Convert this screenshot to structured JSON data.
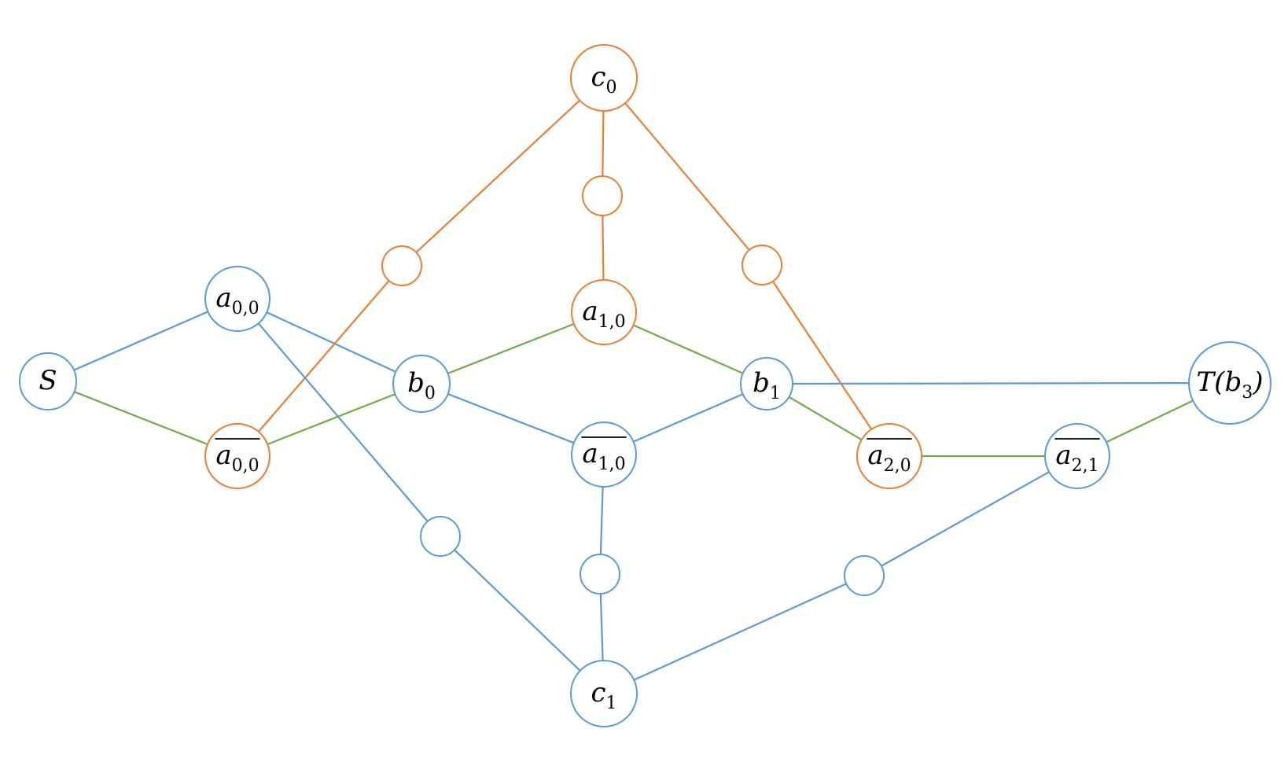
{
  "colors": {
    "blue": "#5b9bd5",
    "orange": "#ed7d31",
    "green": "#70ad47"
  },
  "nodes": [
    {
      "id": "S",
      "main": "S",
      "sub": "",
      "bar": false,
      "color": "blue"
    },
    {
      "id": "a00",
      "main": "a",
      "sub": "0,0",
      "bar": false,
      "color": "blue"
    },
    {
      "id": "a00bar",
      "main": "a",
      "sub": "0,0",
      "bar": true,
      "color": "orange"
    },
    {
      "id": "b0",
      "main": "b",
      "sub": "0",
      "bar": false,
      "color": "blue"
    },
    {
      "id": "c0",
      "main": "c",
      "sub": "0",
      "bar": false,
      "color": "orange"
    },
    {
      "id": "a10",
      "main": "a",
      "sub": "1,0",
      "bar": false,
      "color": "orange"
    },
    {
      "id": "a10bar",
      "main": "a",
      "sub": "1,0",
      "bar": true,
      "color": "blue"
    },
    {
      "id": "c1",
      "main": "c",
      "sub": "1",
      "bar": false,
      "color": "blue"
    },
    {
      "id": "b1",
      "main": "b",
      "sub": "1",
      "bar": false,
      "color": "blue"
    },
    {
      "id": "a20bar",
      "main": "a",
      "sub": "2,0",
      "bar": true,
      "color": "orange"
    },
    {
      "id": "a21bar",
      "main": "a",
      "sub": "2,1",
      "bar": true,
      "color": "blue"
    },
    {
      "id": "T",
      "main": "T(b",
      "sub": "3",
      "suffix": ")",
      "bar": false,
      "color": "blue"
    },
    {
      "id": "m1",
      "main": "",
      "sub": "",
      "bar": false,
      "color": "orange",
      "small": true
    },
    {
      "id": "m2",
      "main": "",
      "sub": "",
      "bar": false,
      "color": "orange",
      "small": true
    },
    {
      "id": "m3",
      "main": "",
      "sub": "",
      "bar": false,
      "color": "orange",
      "small": true
    },
    {
      "id": "m4",
      "main": "",
      "sub": "",
      "bar": false,
      "color": "blue",
      "small": true
    },
    {
      "id": "m5",
      "main": "",
      "sub": "",
      "bar": false,
      "color": "blue",
      "small": true
    },
    {
      "id": "m6",
      "main": "",
      "sub": "",
      "bar": false,
      "color": "blue",
      "small": true
    }
  ],
  "edges": [
    {
      "from": "S",
      "to": "a00",
      "color": "blue"
    },
    {
      "from": "S",
      "to": "a00bar",
      "color": "green"
    },
    {
      "from": "a00",
      "to": "b0",
      "color": "blue"
    },
    {
      "from": "a00bar",
      "to": "b0",
      "color": "green"
    },
    {
      "from": "a00bar",
      "to": "m1",
      "color": "orange"
    },
    {
      "from": "m1",
      "to": "c0",
      "color": "orange"
    },
    {
      "from": "c0",
      "to": "m2",
      "color": "orange"
    },
    {
      "from": "m2",
      "to": "a10",
      "color": "orange"
    },
    {
      "from": "c0",
      "to": "m3",
      "color": "orange"
    },
    {
      "from": "m3",
      "to": "a20bar",
      "color": "orange"
    },
    {
      "from": "b0",
      "to": "a10",
      "color": "green"
    },
    {
      "from": "b0",
      "to": "a10bar",
      "color": "blue"
    },
    {
      "from": "a10",
      "to": "b1",
      "color": "green"
    },
    {
      "from": "a10bar",
      "to": "b1",
      "color": "blue"
    },
    {
      "from": "b1",
      "to": "T",
      "color": "blue"
    },
    {
      "from": "b1",
      "to": "a20bar",
      "color": "green"
    },
    {
      "from": "a20bar",
      "to": "a21bar",
      "color": "green"
    },
    {
      "from": "a21bar",
      "to": "T",
      "color": "green"
    },
    {
      "from": "a00",
      "to": "m4",
      "color": "blue"
    },
    {
      "from": "m4",
      "to": "c1",
      "color": "blue"
    },
    {
      "from": "a10bar",
      "to": "m5",
      "color": "blue"
    },
    {
      "from": "m5",
      "to": "c1",
      "color": "blue"
    },
    {
      "from": "c1",
      "to": "m6",
      "color": "blue"
    },
    {
      "from": "m6",
      "to": "a21bar",
      "color": "blue"
    }
  ]
}
